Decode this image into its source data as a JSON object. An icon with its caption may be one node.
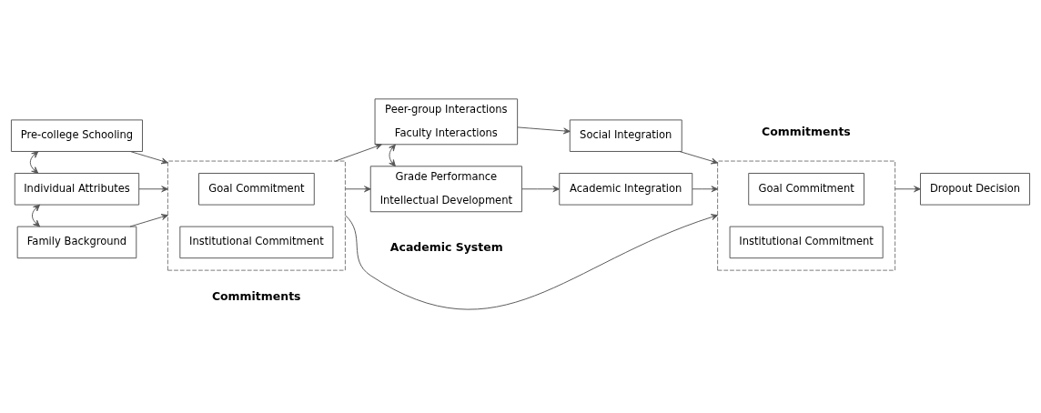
{
  "diagram": {
    "nodes": [
      {
        "text": [
          "Family Background"
        ]
      },
      {
        "text": [
          "Individual Attributes"
        ]
      },
      {
        "text": [
          "Pre-college Schooling"
        ]
      },
      {
        "text": [],
        "shape": "box"
      },
      {
        "text": [
          "Goal Commitment"
        ],
        "in": 3
      },
      {
        "text": [
          "Institutional Commitment"
        ],
        "in": 3
      },
      {
        "text": [
          "Grade Performance",
          "Intellectual Development"
        ]
      },
      {
        "text": [
          "Peer-group Interactions",
          "Faculty Interactions"
        ]
      },
      {
        "text": [
          "Academic Integration"
        ]
      },
      {
        "text": [
          "Social Integration"
        ]
      },
      {
        "text": [],
        "shape": "box"
      },
      {
        "text": [
          "Goal Commitment"
        ],
        "in": 10
      },
      {
        "text": [
          "Institutional Commitment"
        ],
        "in": 10
      },
      {
        "text": [
          "Dropout Decision"
        ]
      }
    ],
    "edges": [
      {
        "from": 0,
        "to": 1,
        "arrow": "both"
      },
      {
        "from": 1,
        "to": 2,
        "arrow": "both"
      },
      {
        "from": 0,
        "to": 3,
        "arrow": "to"
      },
      {
        "from": 1,
        "to": 3,
        "arrow": "to"
      },
      {
        "from": 2,
        "to": 3,
        "arrow": "to"
      },
      {
        "from": 3,
        "to": 6,
        "arrow": "to"
      },
      {
        "from": 3,
        "to": 7,
        "arrow": "to"
      },
      {
        "from": 6,
        "to": 7,
        "arrow": "both"
      },
      {
        "from": 6,
        "to": 8,
        "arrow": "to"
      },
      {
        "from": 7,
        "to": 9,
        "arrow": "to"
      },
      {
        "from": 3,
        "to": 10,
        "arrow": "to"
      },
      {
        "from": 8,
        "to": 10,
        "arrow": "to"
      },
      {
        "from": 9,
        "to": 10,
        "arrow": "to"
      },
      {
        "from": 10,
        "to": 13,
        "arrow": "to"
      }
    ],
    "labels": [
      "Commitments",
      "Academic System",
      "Commitments"
    ]
  }
}
